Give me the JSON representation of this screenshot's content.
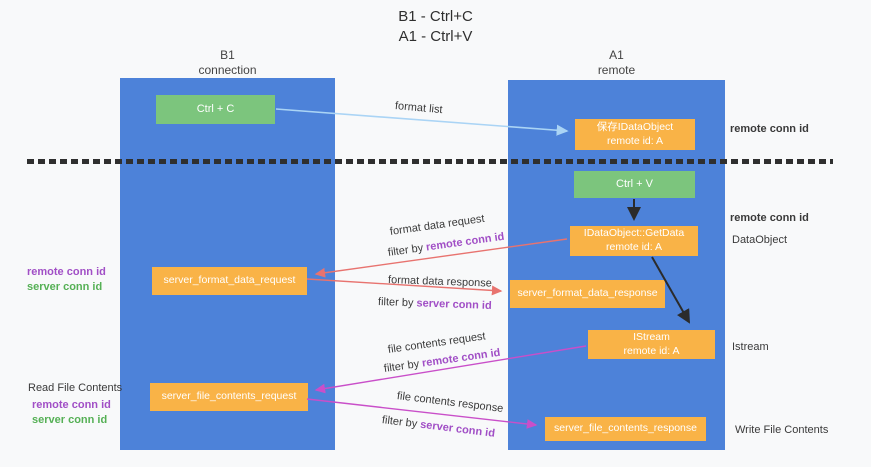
{
  "title": {
    "line1": "B1 - Ctrl+C",
    "line2": "A1 - Ctrl+V"
  },
  "lanes": {
    "left": {
      "name": "B1",
      "role": "connection"
    },
    "right": {
      "name": "A1",
      "role": "remote"
    }
  },
  "boxes": {
    "ctrl_c": "Ctrl + C",
    "save_idataobject": {
      "line1": "保存IDataObject",
      "line2": "remote id: A"
    },
    "ctrl_v": "Ctrl + V",
    "getdata": {
      "line1": "IDataObject::GetData",
      "line2": "remote id: A"
    },
    "format_request": "server_format_data_request",
    "format_response": "server_format_data_response",
    "istream": {
      "line1": "IStream",
      "line2": "remote id: A"
    },
    "file_request": "server_file_contents_request",
    "file_response": "server_file_contents_response"
  },
  "arrow_labels": {
    "format_list": "format list",
    "format_data_request": "format data request",
    "format_data_response": "format data response",
    "file_contents_request": "file contents request",
    "file_contents_response": "file contents response",
    "filter_by": "filter by ",
    "remote_conn_id": "remote conn id",
    "server_conn_id": "server conn id"
  },
  "side_labels": {
    "right_top_remote_conn_id": "remote conn id",
    "right_mid_remote_conn_id": "remote conn id",
    "dataobject": "DataObject",
    "istream": "Istream",
    "write_file_contents": "Write File Contents",
    "left_remote_conn_id": "remote conn id",
    "left_server_conn_id": "server conn id",
    "read_file_contents": "Read File Contents",
    "left2_remote_conn_id": "remote conn id",
    "left2_server_conn_id": "server conn id"
  },
  "colors": {
    "lane_blue": "#4d82d9",
    "box_green": "#7cc57d",
    "box_orange": "#f9b347",
    "arrow_blue": "#aad4f5",
    "arrow_salmon": "#e8736f",
    "arrow_magenta": "#c94fc9",
    "arrow_black": "#2b2b2b",
    "text_purple": "#a14fc6",
    "text_green": "#55b055",
    "text_dark": "#3a3a3a",
    "divider": "#2f2f2f",
    "background": "#f8f9fa"
  }
}
